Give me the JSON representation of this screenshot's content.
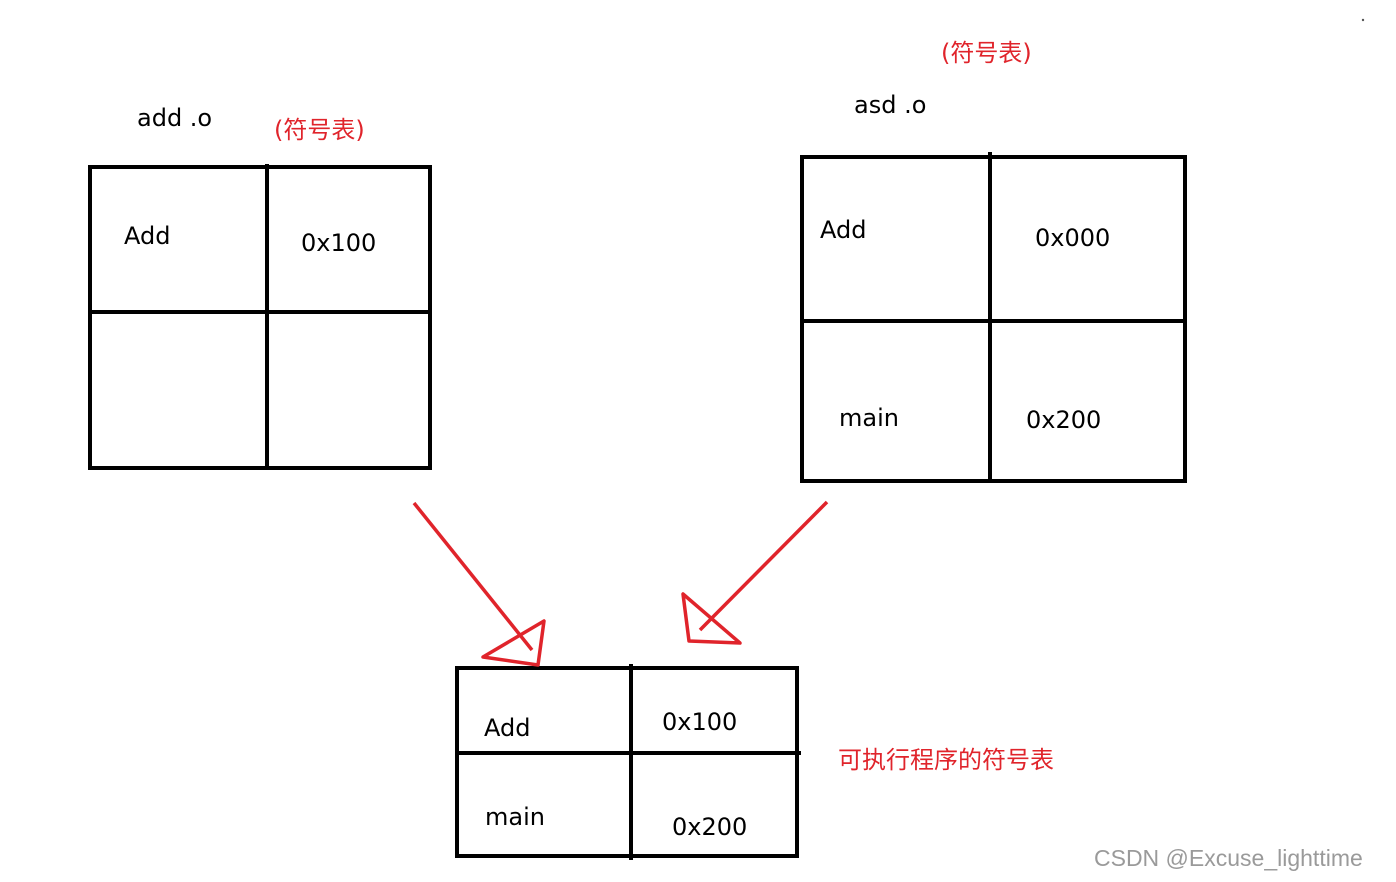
{
  "colors": {
    "ink": "#000000",
    "annotation": "#e0242b",
    "watermark": "#9a9a9a"
  },
  "add_o": {
    "file_label": "add .o",
    "table_caption": "(符号表)",
    "rows": [
      {
        "symbol": "Add",
        "address": "0x100"
      },
      {
        "symbol": "",
        "address": ""
      }
    ]
  },
  "asd_o": {
    "file_label": "asd .o",
    "table_caption": "(符号表)",
    "rows": [
      {
        "symbol": "Add",
        "address": "0x000"
      },
      {
        "symbol": "main",
        "address": "0x200"
      }
    ]
  },
  "executable": {
    "table_caption": "可执行程序的符号表",
    "rows": [
      {
        "symbol": "Add",
        "address": "0x100"
      },
      {
        "symbol": "main",
        "address": "0x200"
      }
    ]
  },
  "watermark": "CSDN @Excuse_lighttime"
}
